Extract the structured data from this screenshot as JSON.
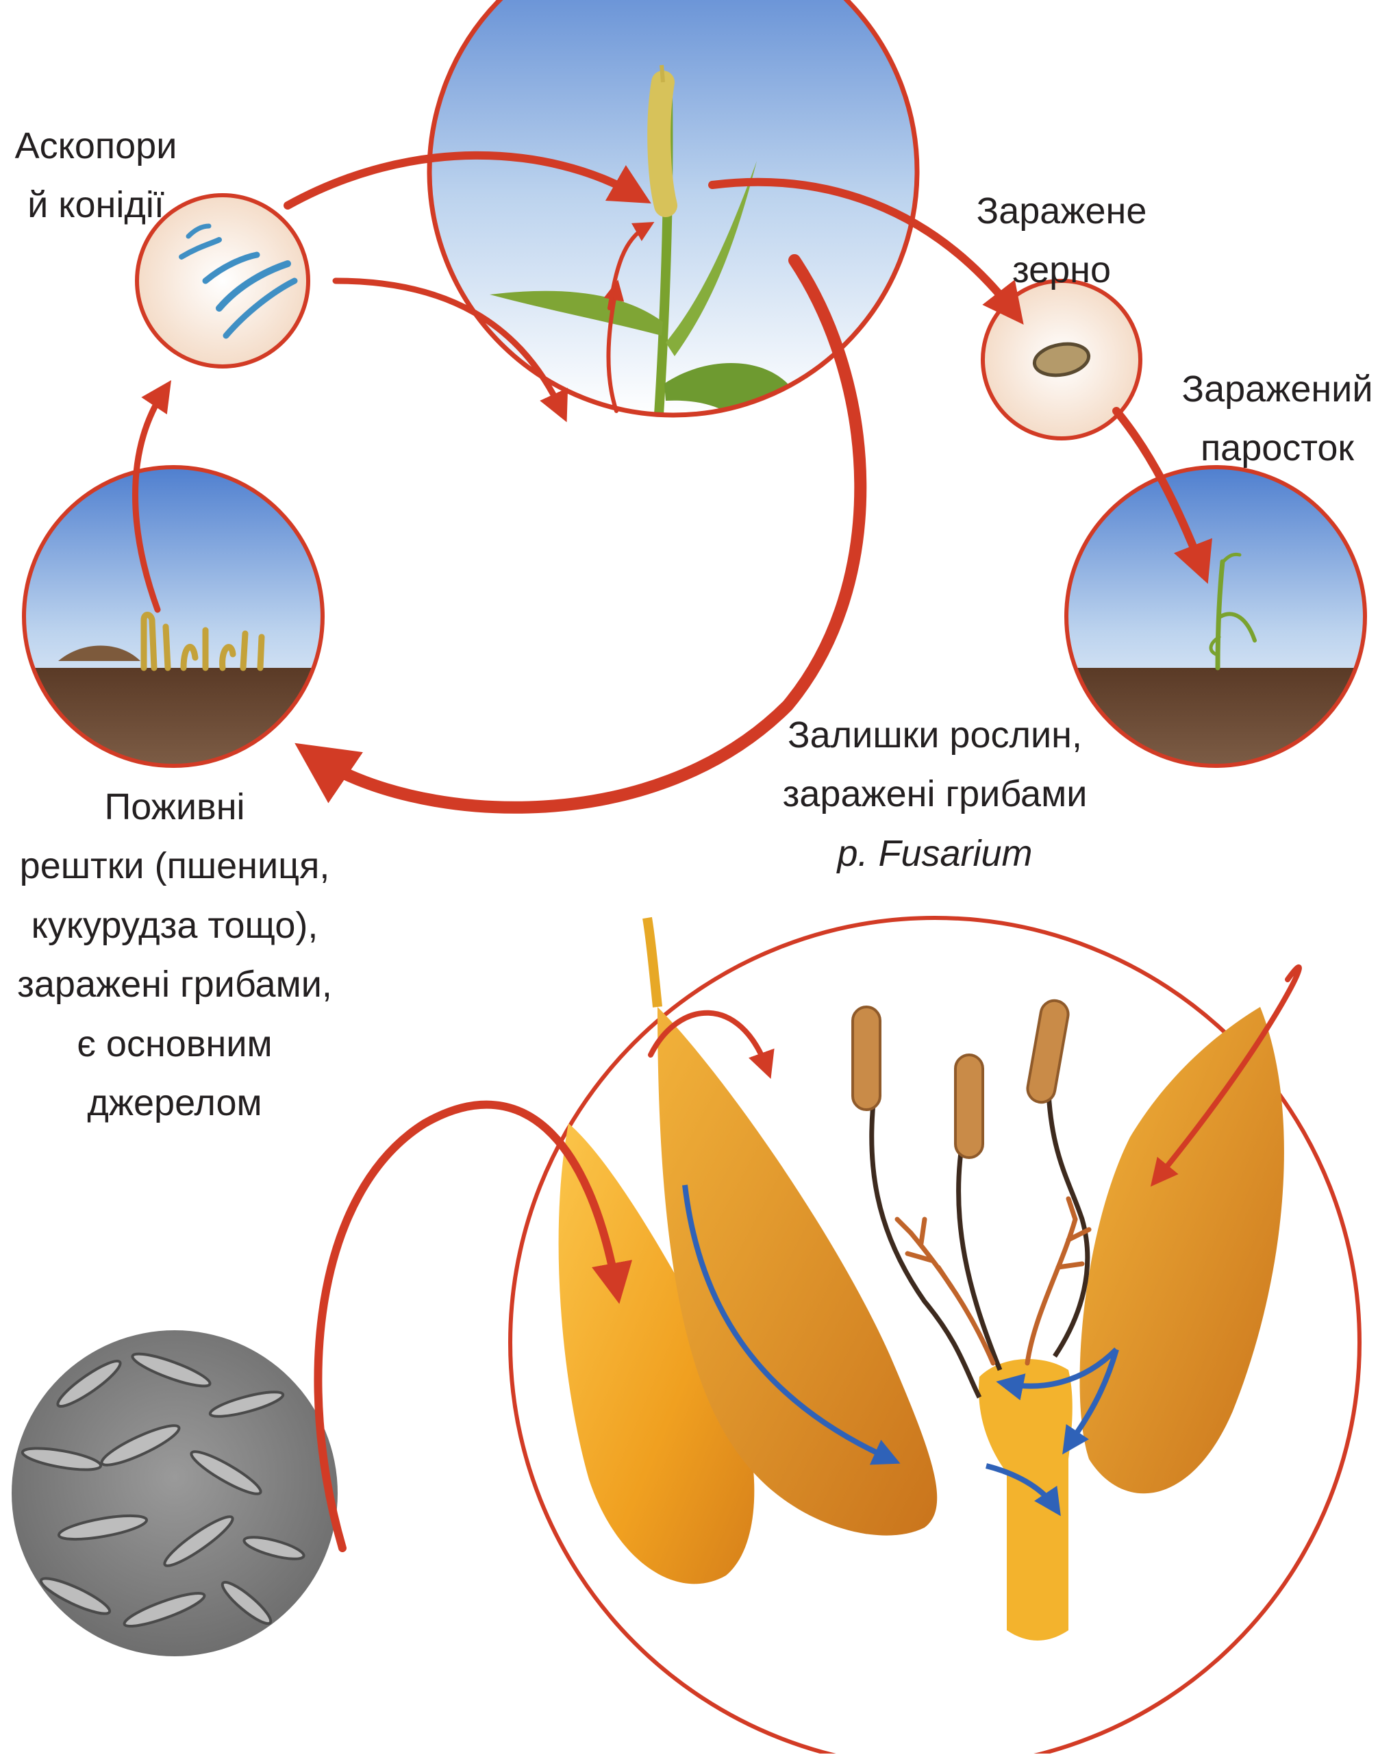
{
  "labels": {
    "ascospores": [
      "Аскопори",
      "й конідії"
    ],
    "infected_grain": [
      "Заражене",
      "зерно"
    ],
    "infected_sprout": [
      "Заражений",
      "паросток"
    ],
    "plant_residues": [
      "Залишки рослин,",
      "заражені грибами",
      "р. Fusarium"
    ],
    "nutrient_residues": [
      "Поживні",
      "рештки (пшениця,",
      "кукурудза тощо),",
      "заражені грибами,",
      "є основним",
      "джерелом"
    ]
  },
  "colors": {
    "arrow_red": "#d23b25",
    "sky_blue": "#5d8fd6",
    "soil_brown": "#6b4a35",
    "floret_orange": "#f0a020",
    "flow_blue": "#2f62b8",
    "spore_blue": "#3f8fc4"
  },
  "icons": [
    "wheat-plant",
    "spore-dish",
    "grain",
    "seedling",
    "crop-stubble",
    "microscope-conidia",
    "wheat-floret"
  ]
}
